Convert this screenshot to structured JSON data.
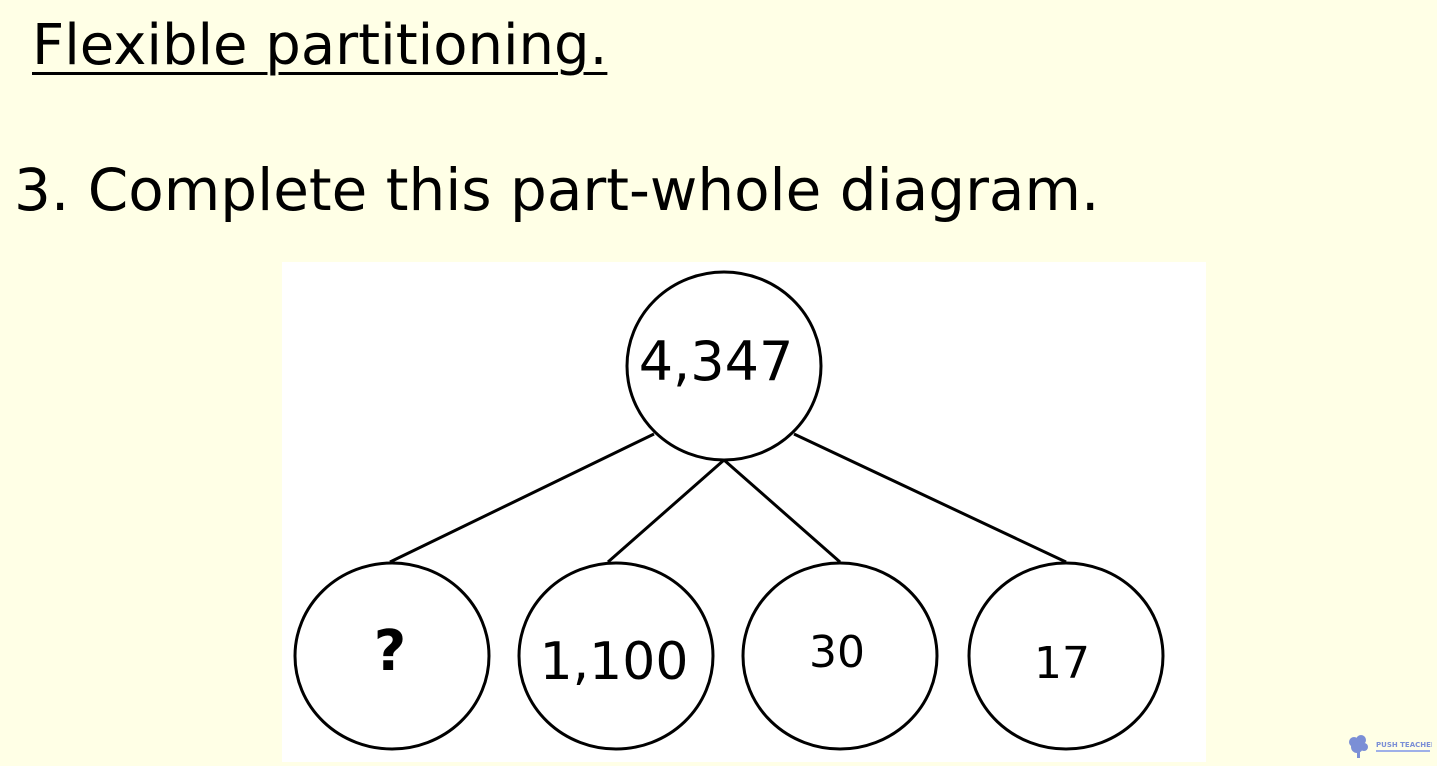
{
  "slide": {
    "title": "Flexible partitioning.",
    "question": "3. Complete this part-whole diagram."
  },
  "diagram": {
    "whole": "4,347",
    "parts": [
      "?",
      "1,100",
      "30",
      "17"
    ]
  },
  "logo": {
    "text": "PUSH TEACHER",
    "tagline": "",
    "color": "#7b8fd6"
  }
}
